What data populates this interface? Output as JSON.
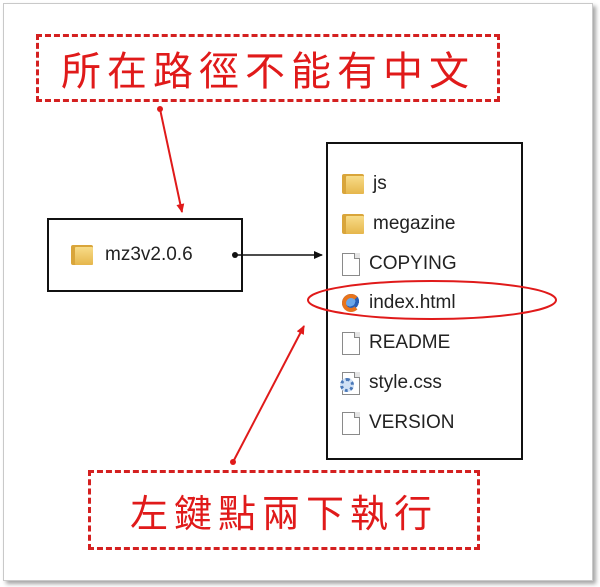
{
  "callouts": {
    "top": "所在路徑不能有中文",
    "bottom": "左鍵點兩下執行"
  },
  "source": {
    "folder_name": "mz3v2.0.6",
    "icon": "folder-icon"
  },
  "files": [
    {
      "label": "js",
      "icon": "folder-icon"
    },
    {
      "label": "megazine",
      "icon": "folder-icon"
    },
    {
      "label": "COPYING",
      "icon": "file-icon"
    },
    {
      "label": "index.html",
      "icon": "firefox-icon"
    },
    {
      "label": "README",
      "icon": "file-icon"
    },
    {
      "label": "style.css",
      "icon": "css-file-icon"
    },
    {
      "label": "VERSION",
      "icon": "file-icon"
    }
  ],
  "colors": {
    "accent": "#e01a1a",
    "border": "#111111"
  }
}
